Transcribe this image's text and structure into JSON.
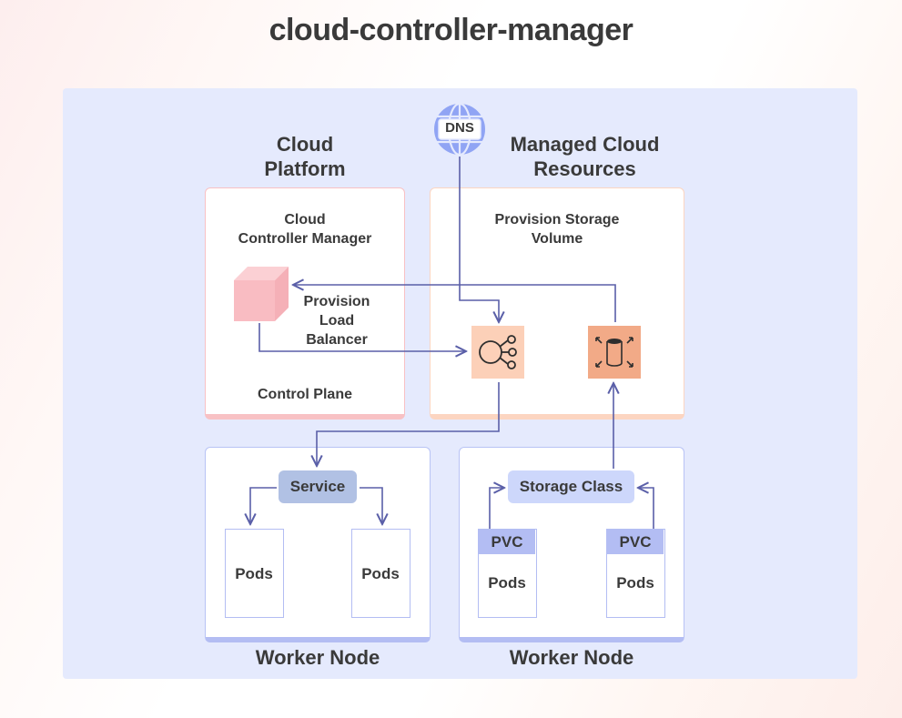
{
  "title": "cloud-controller-manager",
  "sections": {
    "cloud_platform": "Cloud\nPlatform",
    "managed_cloud_resources": "Managed Cloud\nResources"
  },
  "dns": {
    "label": "DNS",
    "icon": "globe-icon"
  },
  "control_plane": {
    "heading": "Cloud\nController Manager",
    "provision_label": "Provision\nLoad\nBalancer",
    "footer": "Control Plane",
    "icon": "cube-icon"
  },
  "managed_resources": {
    "heading": "Provision Storage\nVolume",
    "load_balancer_icon": "load-balancer-icon",
    "storage_volume_icon": "storage-volume-icon"
  },
  "worker_nodes": [
    {
      "title": "Worker Node",
      "service_label": "Service",
      "pods": [
        "Pods",
        "Pods"
      ]
    },
    {
      "title": "Worker Node",
      "storage_class_label": "Storage Class",
      "pvcs": [
        "PVC",
        "PVC"
      ],
      "pods": [
        "Pods",
        "Pods"
      ]
    }
  ],
  "colors": {
    "panel": "#e5eafd",
    "connector": "#5a5fa8",
    "control_plane_border": "#f8c1c4",
    "managed_border": "#fcd5c1",
    "worker_border": "#b3bdf3",
    "cube": "#f8bac0",
    "lb_tile": "#fcd0b8",
    "storage_tile": "#f2aa87",
    "dns_globe": "#90a4f4"
  }
}
